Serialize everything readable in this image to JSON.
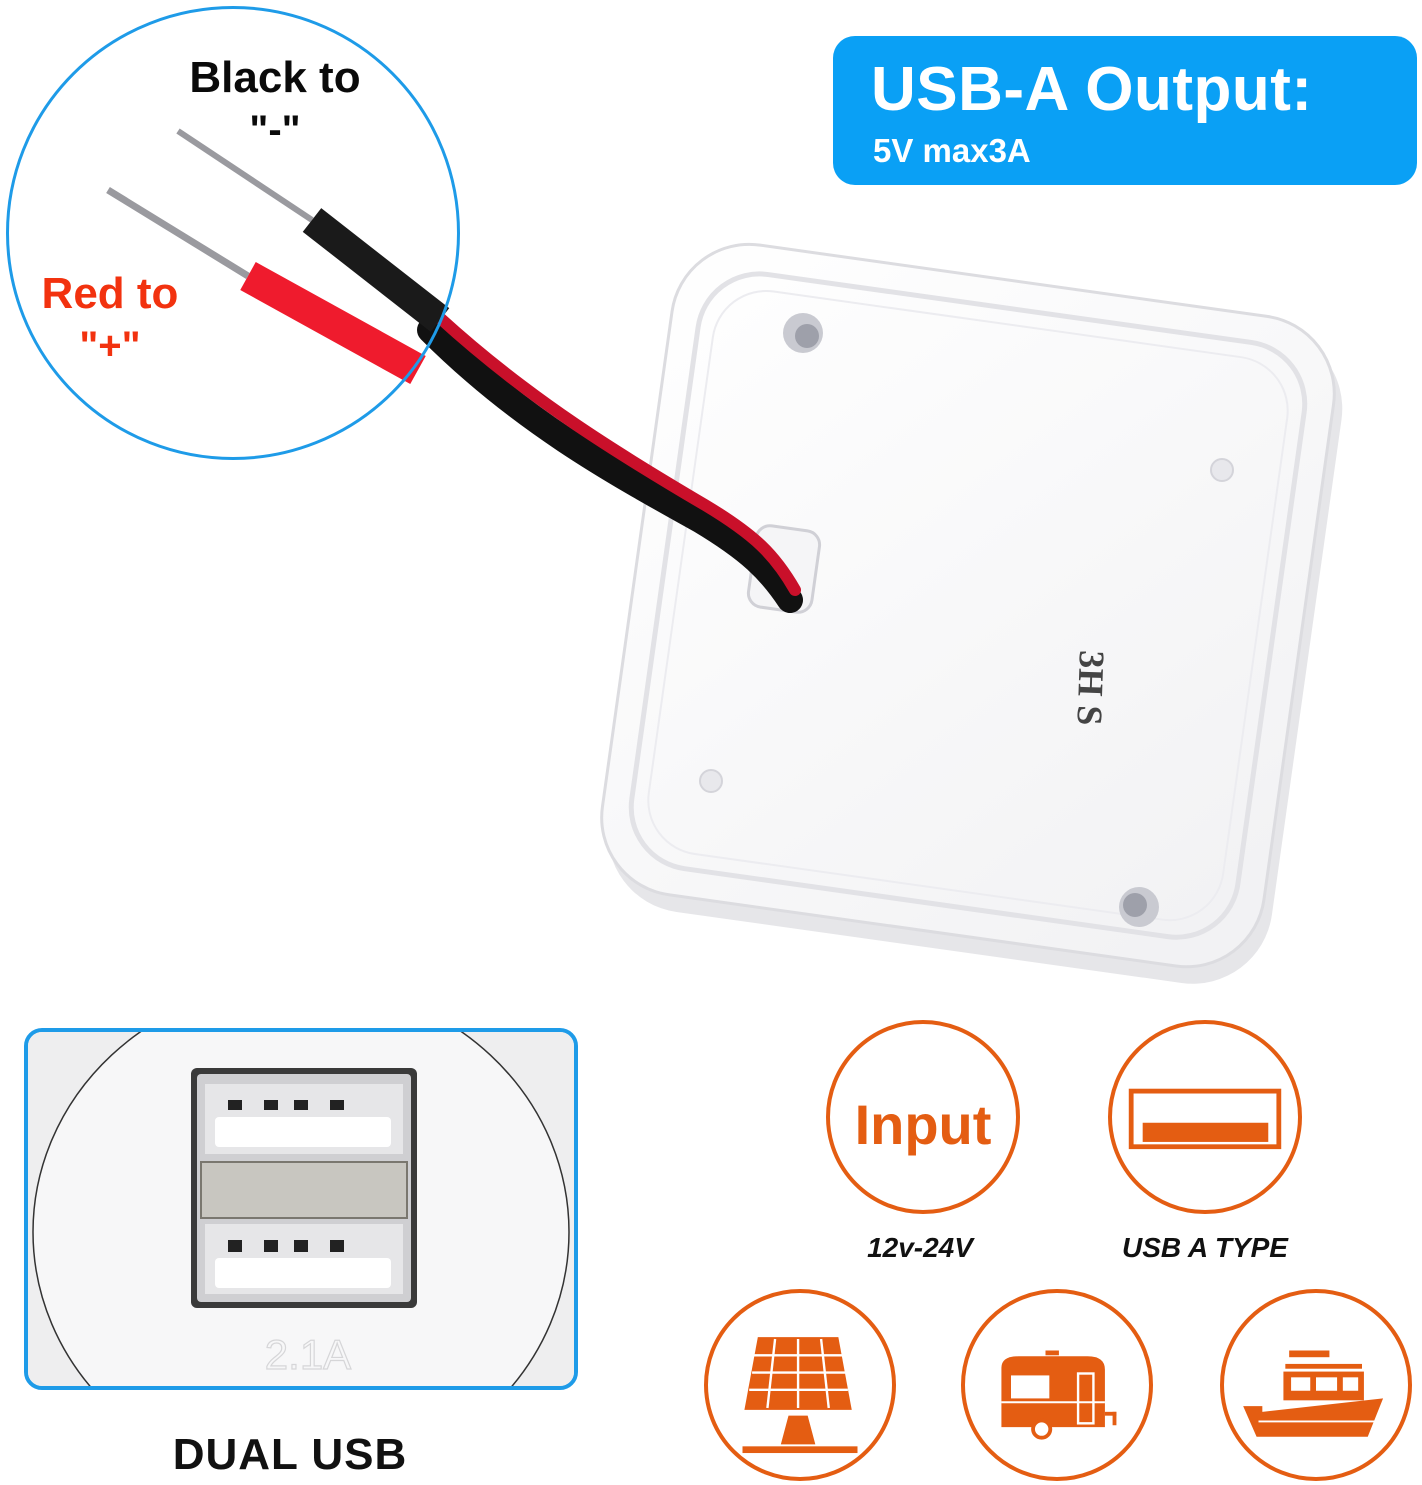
{
  "wire_callout": {
    "black_label": "Black to",
    "black_polarity": "\"-\"",
    "red_label": "Red to",
    "red_polarity": "\"+\""
  },
  "output_badge": {
    "title": "USB-A Output:",
    "spec": "5V max3A"
  },
  "device": {
    "marking": "3H S"
  },
  "dual_usb": {
    "port_rating": "2.1A",
    "caption": "DUAL USB"
  },
  "features": {
    "input": {
      "icon": "input-text-icon",
      "label": "Input",
      "caption": "12v-24V"
    },
    "usb": {
      "icon": "usb-port-icon",
      "caption": "USB A TYPE"
    },
    "applications": [
      {
        "icon": "solar-panel-icon"
      },
      {
        "icon": "rv-trailer-icon"
      },
      {
        "icon": "boat-icon"
      }
    ]
  },
  "colors": {
    "badge_blue": "#0aa0f5",
    "callout_blue": "#1e9be8",
    "accent_orange": "#e45d12",
    "red_text": "#f2320f"
  }
}
